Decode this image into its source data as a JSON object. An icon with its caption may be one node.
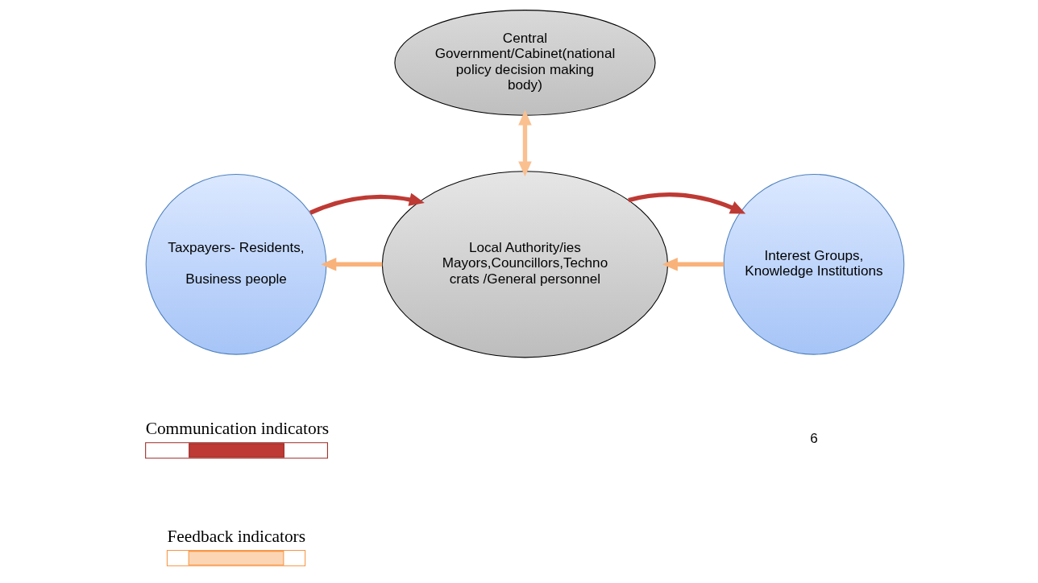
{
  "diagram": {
    "nodes": [
      {
        "text": [
          "Central Government/Cabinet(national policy decision making body)"
        ]
      },
      {
        "text": [
          "Taxpayers- Residents,",
          "Business people"
        ]
      },
      {
        "text": [
          "Local Authority/ies Mayors,Councillors,Techno crats /General personnel"
        ]
      },
      {
        "text": [
          "Interest Groups, Knowledge Institutions"
        ]
      }
    ],
    "edges": [
      {
        "from": 0,
        "to": 2,
        "arrow": "both",
        "color": "#fac090"
      },
      {
        "from": 2,
        "to": 1,
        "arrow": "to",
        "color": "#f9b27a"
      },
      {
        "from": 1,
        "to": 2,
        "arrow": "to",
        "color": "#be3a34"
      },
      {
        "from": 3,
        "to": 2,
        "arrow": "to",
        "color": "#f9b27a"
      },
      {
        "from": 2,
        "to": 3,
        "arrow": "to",
        "color": "#be3a34"
      }
    ],
    "labels": [
      "6"
    ],
    "legend": [
      {
        "text": "Communication indicators"
      },
      {
        "text": "Feedback indicators"
      }
    ]
  }
}
